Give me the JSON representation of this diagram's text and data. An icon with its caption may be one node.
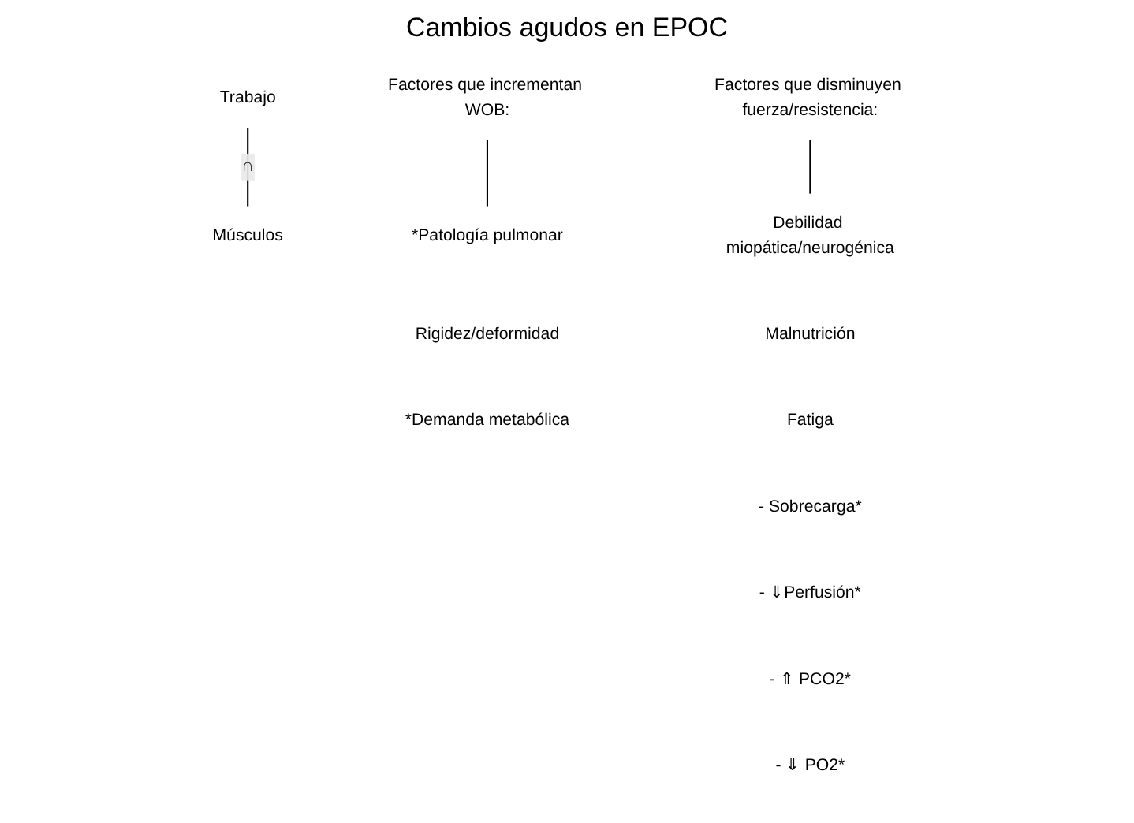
{
  "diagram": {
    "title": "Cambios agudos en EPOC",
    "nodes": [
      {
        "text": [
          "Trabajo"
        ]
      },
      {
        "text": [
          "Músculos"
        ]
      },
      {
        "text": [
          "Factores que incrementan WOB:"
        ]
      },
      {
        "text": [
          "Factores que disminuyen fuerza/resistencia:"
        ]
      },
      {
        "text": [
          "*Patología pulmonar"
        ]
      },
      {
        "text": [
          "Debilidad miopática/neurogénica"
        ]
      },
      {
        "text": [
          "Rigidez/deformidad"
        ]
      },
      {
        "text": [
          "*Demanda metabólica"
        ]
      },
      {
        "text": [
          "Malnutrición"
        ]
      },
      {
        "text": [
          "Fatiga"
        ]
      },
      {
        "text": [
          "- Sobrecarga*"
        ]
      },
      {
        "text": [
          "- ⇓Perfusión*"
        ]
      },
      {
        "text": [
          "- ⇑ PCO2*"
        ]
      },
      {
        "text": [
          "- ⇓ PO2*"
        ]
      }
    ],
    "edges": [
      {
        "from": 0,
        "to": 1,
        "arrow": "none",
        "label": "∩"
      },
      {
        "from": 2,
        "to": 4,
        "arrow": "none"
      },
      {
        "from": 3,
        "to": 5,
        "arrow": "none"
      }
    ]
  }
}
